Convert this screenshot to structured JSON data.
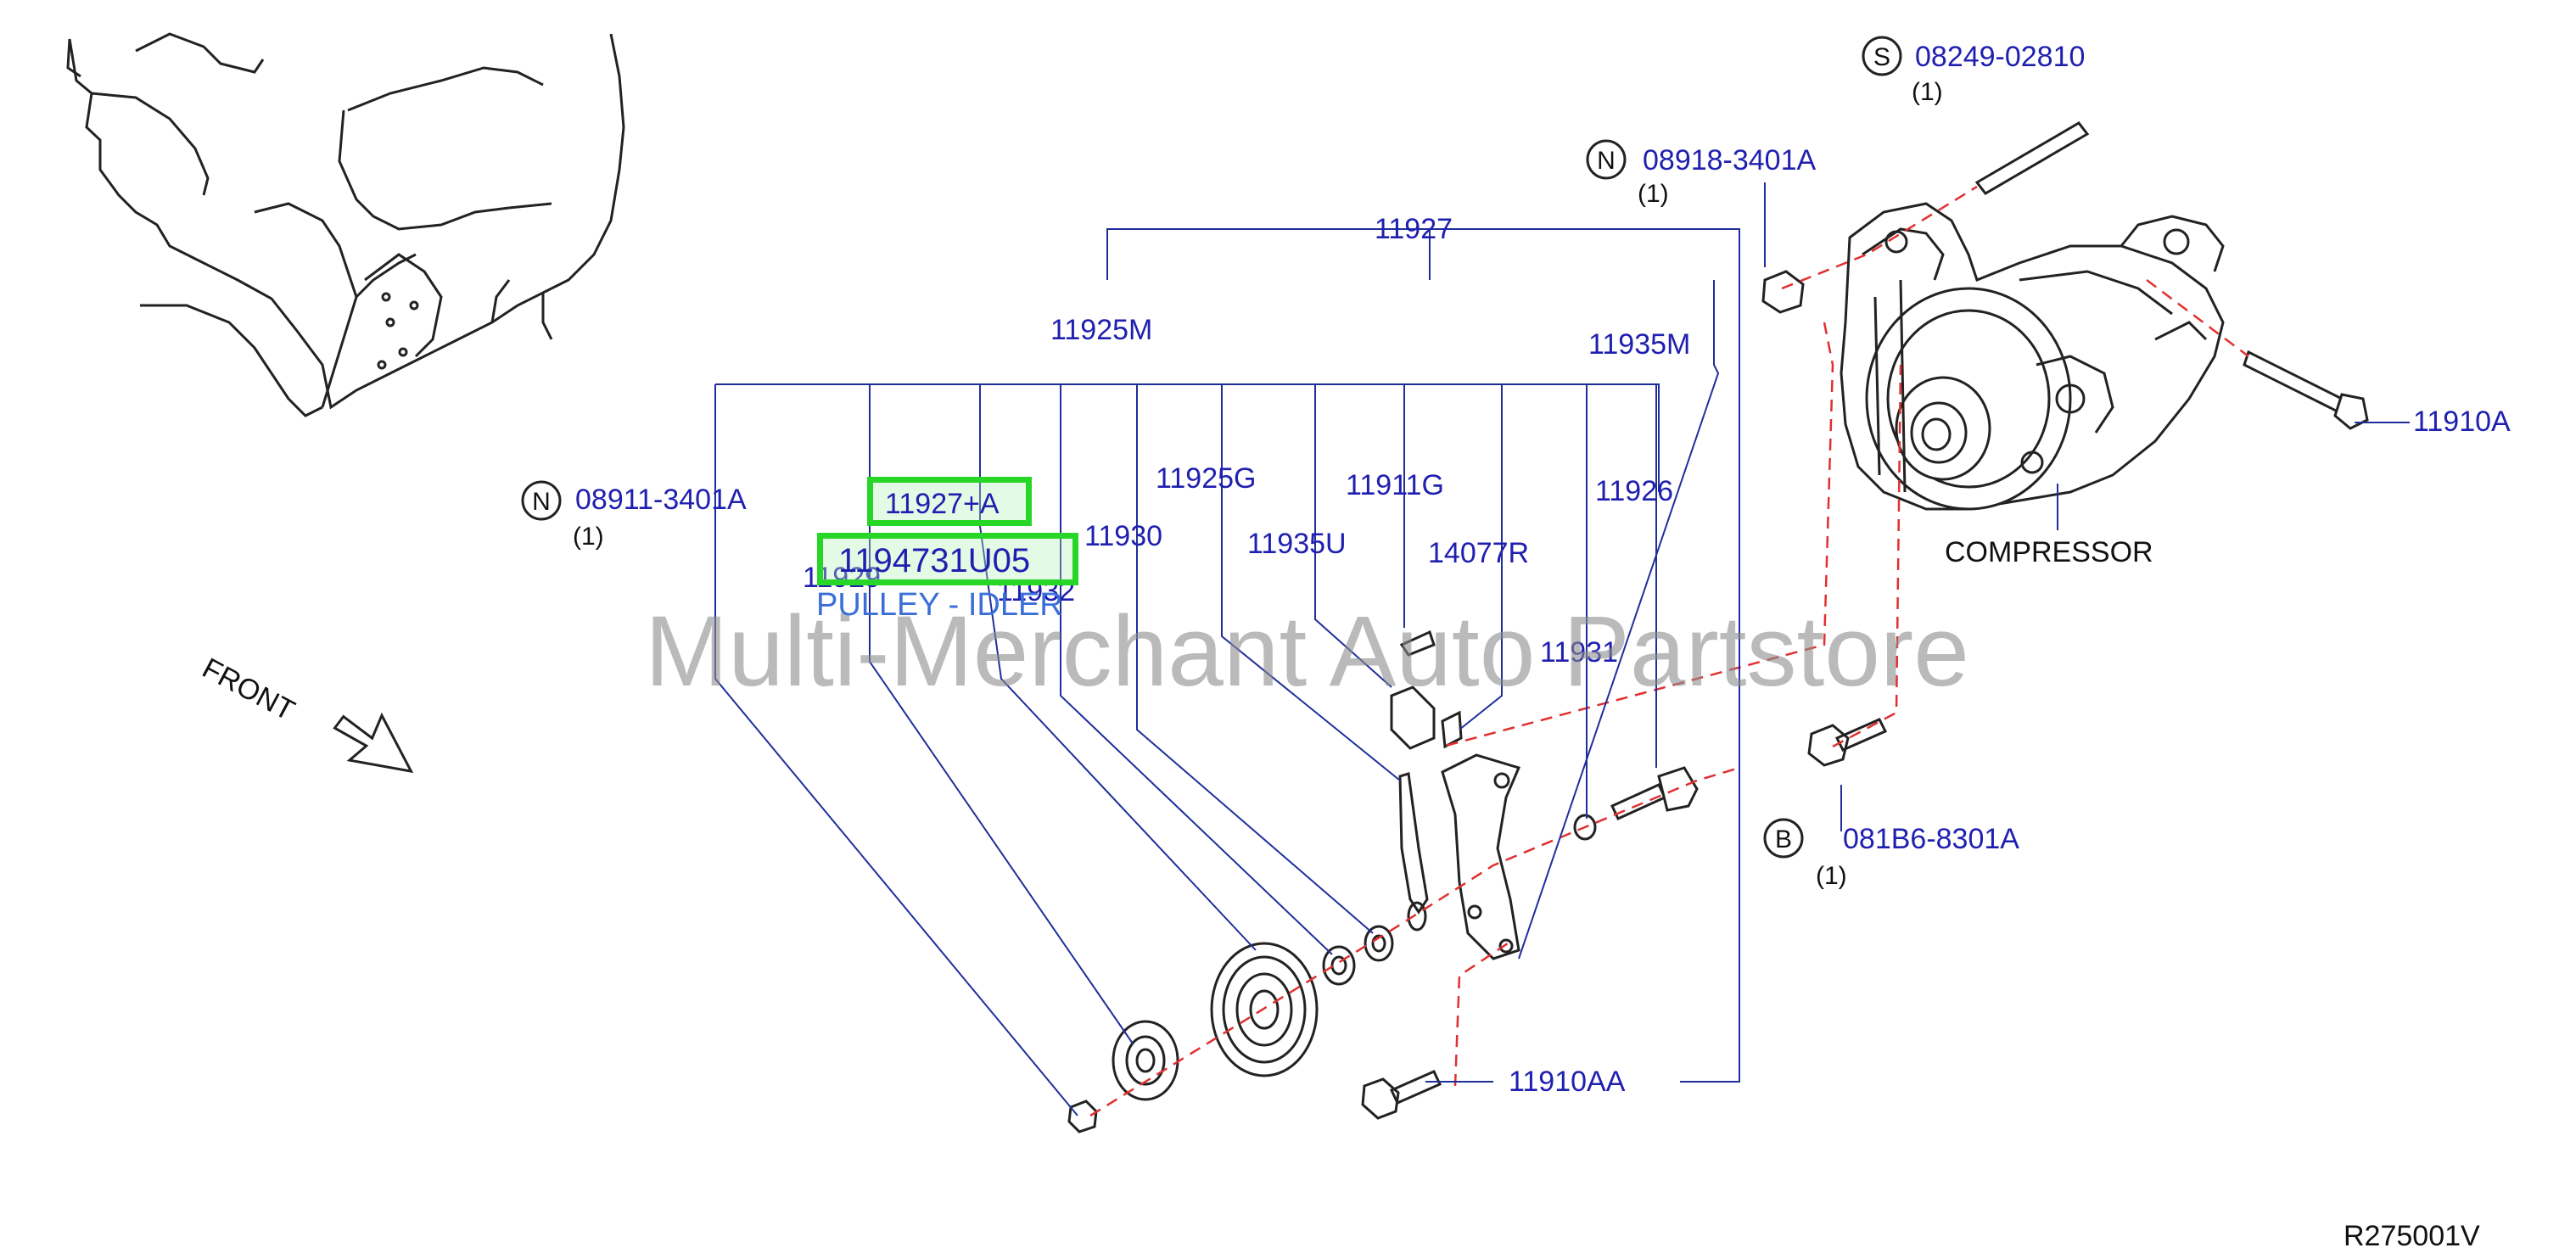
{
  "diagram": {
    "part_labels": {
      "p11927": "11927",
      "p11925M": "11925M",
      "p11935M": "11935M",
      "p08249": "08249-02810",
      "p08918": "08918-3401A",
      "p08911": "08911-3401A",
      "p11925G": "11925G",
      "p11911G": "11911G",
      "p11926": "11926",
      "p11930": "11930",
      "p11935U": "11935U",
      "p14077R": "14077R",
      "p11929": "11929",
      "p11932": "11932",
      "p11931": "11931",
      "p11910A": "11910A",
      "p081B6": "081B6-8301A",
      "p11910AA": "11910AA"
    },
    "quantities": {
      "q08249": "(1)",
      "q08918": "(1)",
      "q08911": "(1)",
      "q081B6": "(1)"
    },
    "symbols": {
      "s_S": "S",
      "s_N1": "N",
      "s_N2": "N",
      "s_B": "B"
    },
    "labels": {
      "front": "FRONT",
      "compressor": "COMPRESSOR",
      "ref_code": "R275001V"
    },
    "highlights": {
      "h1": "11927+A",
      "h2": "1194731U05"
    },
    "pulley_description": "PULLEY - IDLER",
    "watermark": "Multi-Merchant Auto Partstore"
  }
}
